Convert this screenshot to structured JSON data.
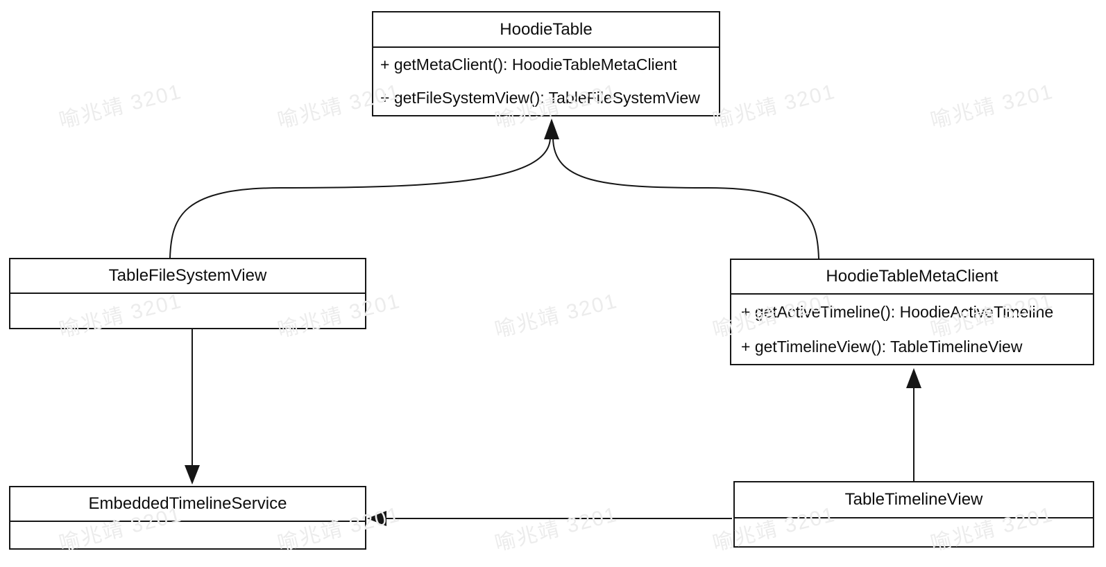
{
  "diagram": {
    "type": "uml-class-diagram",
    "background_color": "#ffffff",
    "line_color": "#161616",
    "text_color": "#0d0d0d"
  },
  "classes": {
    "hoodieTable": {
      "name": "HoodieTable",
      "methods": [
        "+ getMetaClient(): HoodieTableMetaClient",
        "+ getFileSystemView(): TableFileSystemView"
      ]
    },
    "tableFileSystemView": {
      "name": "TableFileSystemView",
      "methods": []
    },
    "hoodieTableMetaClient": {
      "name": "HoodieTableMetaClient",
      "methods": [
        "+ getActiveTimeline(): HoodieActiveTimeline",
        "+ getTimelineView(): TableTimelineView"
      ]
    },
    "embeddedTimelineService": {
      "name": "EmbeddedTimelineService",
      "methods": []
    },
    "tableTimelineView": {
      "name": "TableTimelineView",
      "methods": []
    }
  },
  "relations": [
    {
      "from": "TableFileSystemView",
      "to": "HoodieTable",
      "style": "curved",
      "arrowhead": "filled-triangle"
    },
    {
      "from": "HoodieTableMetaClient",
      "to": "HoodieTable",
      "style": "curved",
      "arrowhead": "filled-triangle"
    },
    {
      "from": "TableFileSystemView",
      "to": "EmbeddedTimelineService",
      "style": "straight-vertical",
      "arrowhead": "filled-triangle"
    },
    {
      "from": "TableTimelineView",
      "to": "HoodieTableMetaClient",
      "style": "straight-vertical",
      "arrowhead": "filled-triangle"
    },
    {
      "from": "TableTimelineView",
      "to": "EmbeddedTimelineService",
      "style": "straight-horizontal",
      "arrowhead": "filled-triangle"
    }
  ],
  "watermark": {
    "text": "喻兆靖 3201",
    "color": "#ececec"
  }
}
